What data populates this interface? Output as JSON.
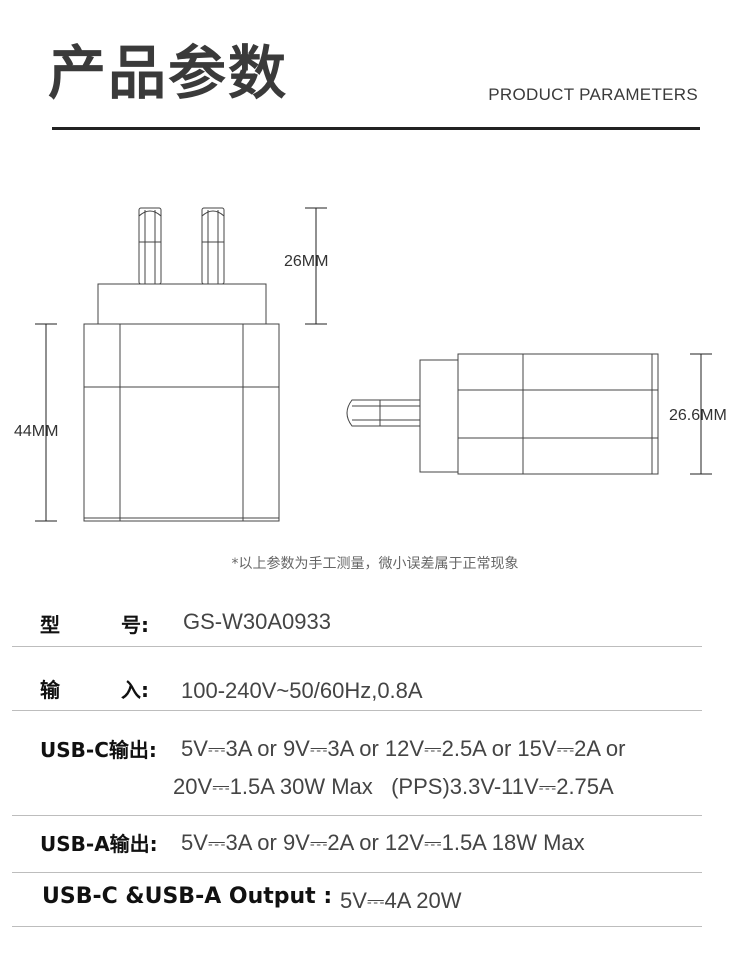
{
  "header": {
    "title_cn": "产品参数",
    "title_en": "PRODUCT PARAMETERS"
  },
  "dimensions": {
    "pin_height": "26MM",
    "body_height": "44MM",
    "side_thickness": "26.6MM"
  },
  "note": "*以上参数为手工测量，微小误差属于正常现象",
  "specs": {
    "model_label_1": "型",
    "model_label_2": "号:",
    "model_value": "GS-W30A0933",
    "input_label_1": "输",
    "input_label_2": "入:",
    "input_value": "100-240V~50/60Hz,0.8A",
    "usbc_label": "USB-C输出:",
    "usbc_line1": "5V⎓3A or 9V⎓3A or 12V⎓2.5A or 15V⎓2A or",
    "usbc_line2": "20V⎓1.5A 30W Max   (PPS)3.3V-11V⎓2.75A",
    "usba_label": "USB-A输出:",
    "usba_value": "5V⎓3A or 9V⎓2A or 12V⎓1.5A 18W Max",
    "combo_label": "USB-C &USB-A Output :",
    "combo_value": "5V⎓4A 20W"
  },
  "colors": {
    "text": "#333333",
    "rule": "#222222",
    "separator": "#bdbdbd"
  }
}
